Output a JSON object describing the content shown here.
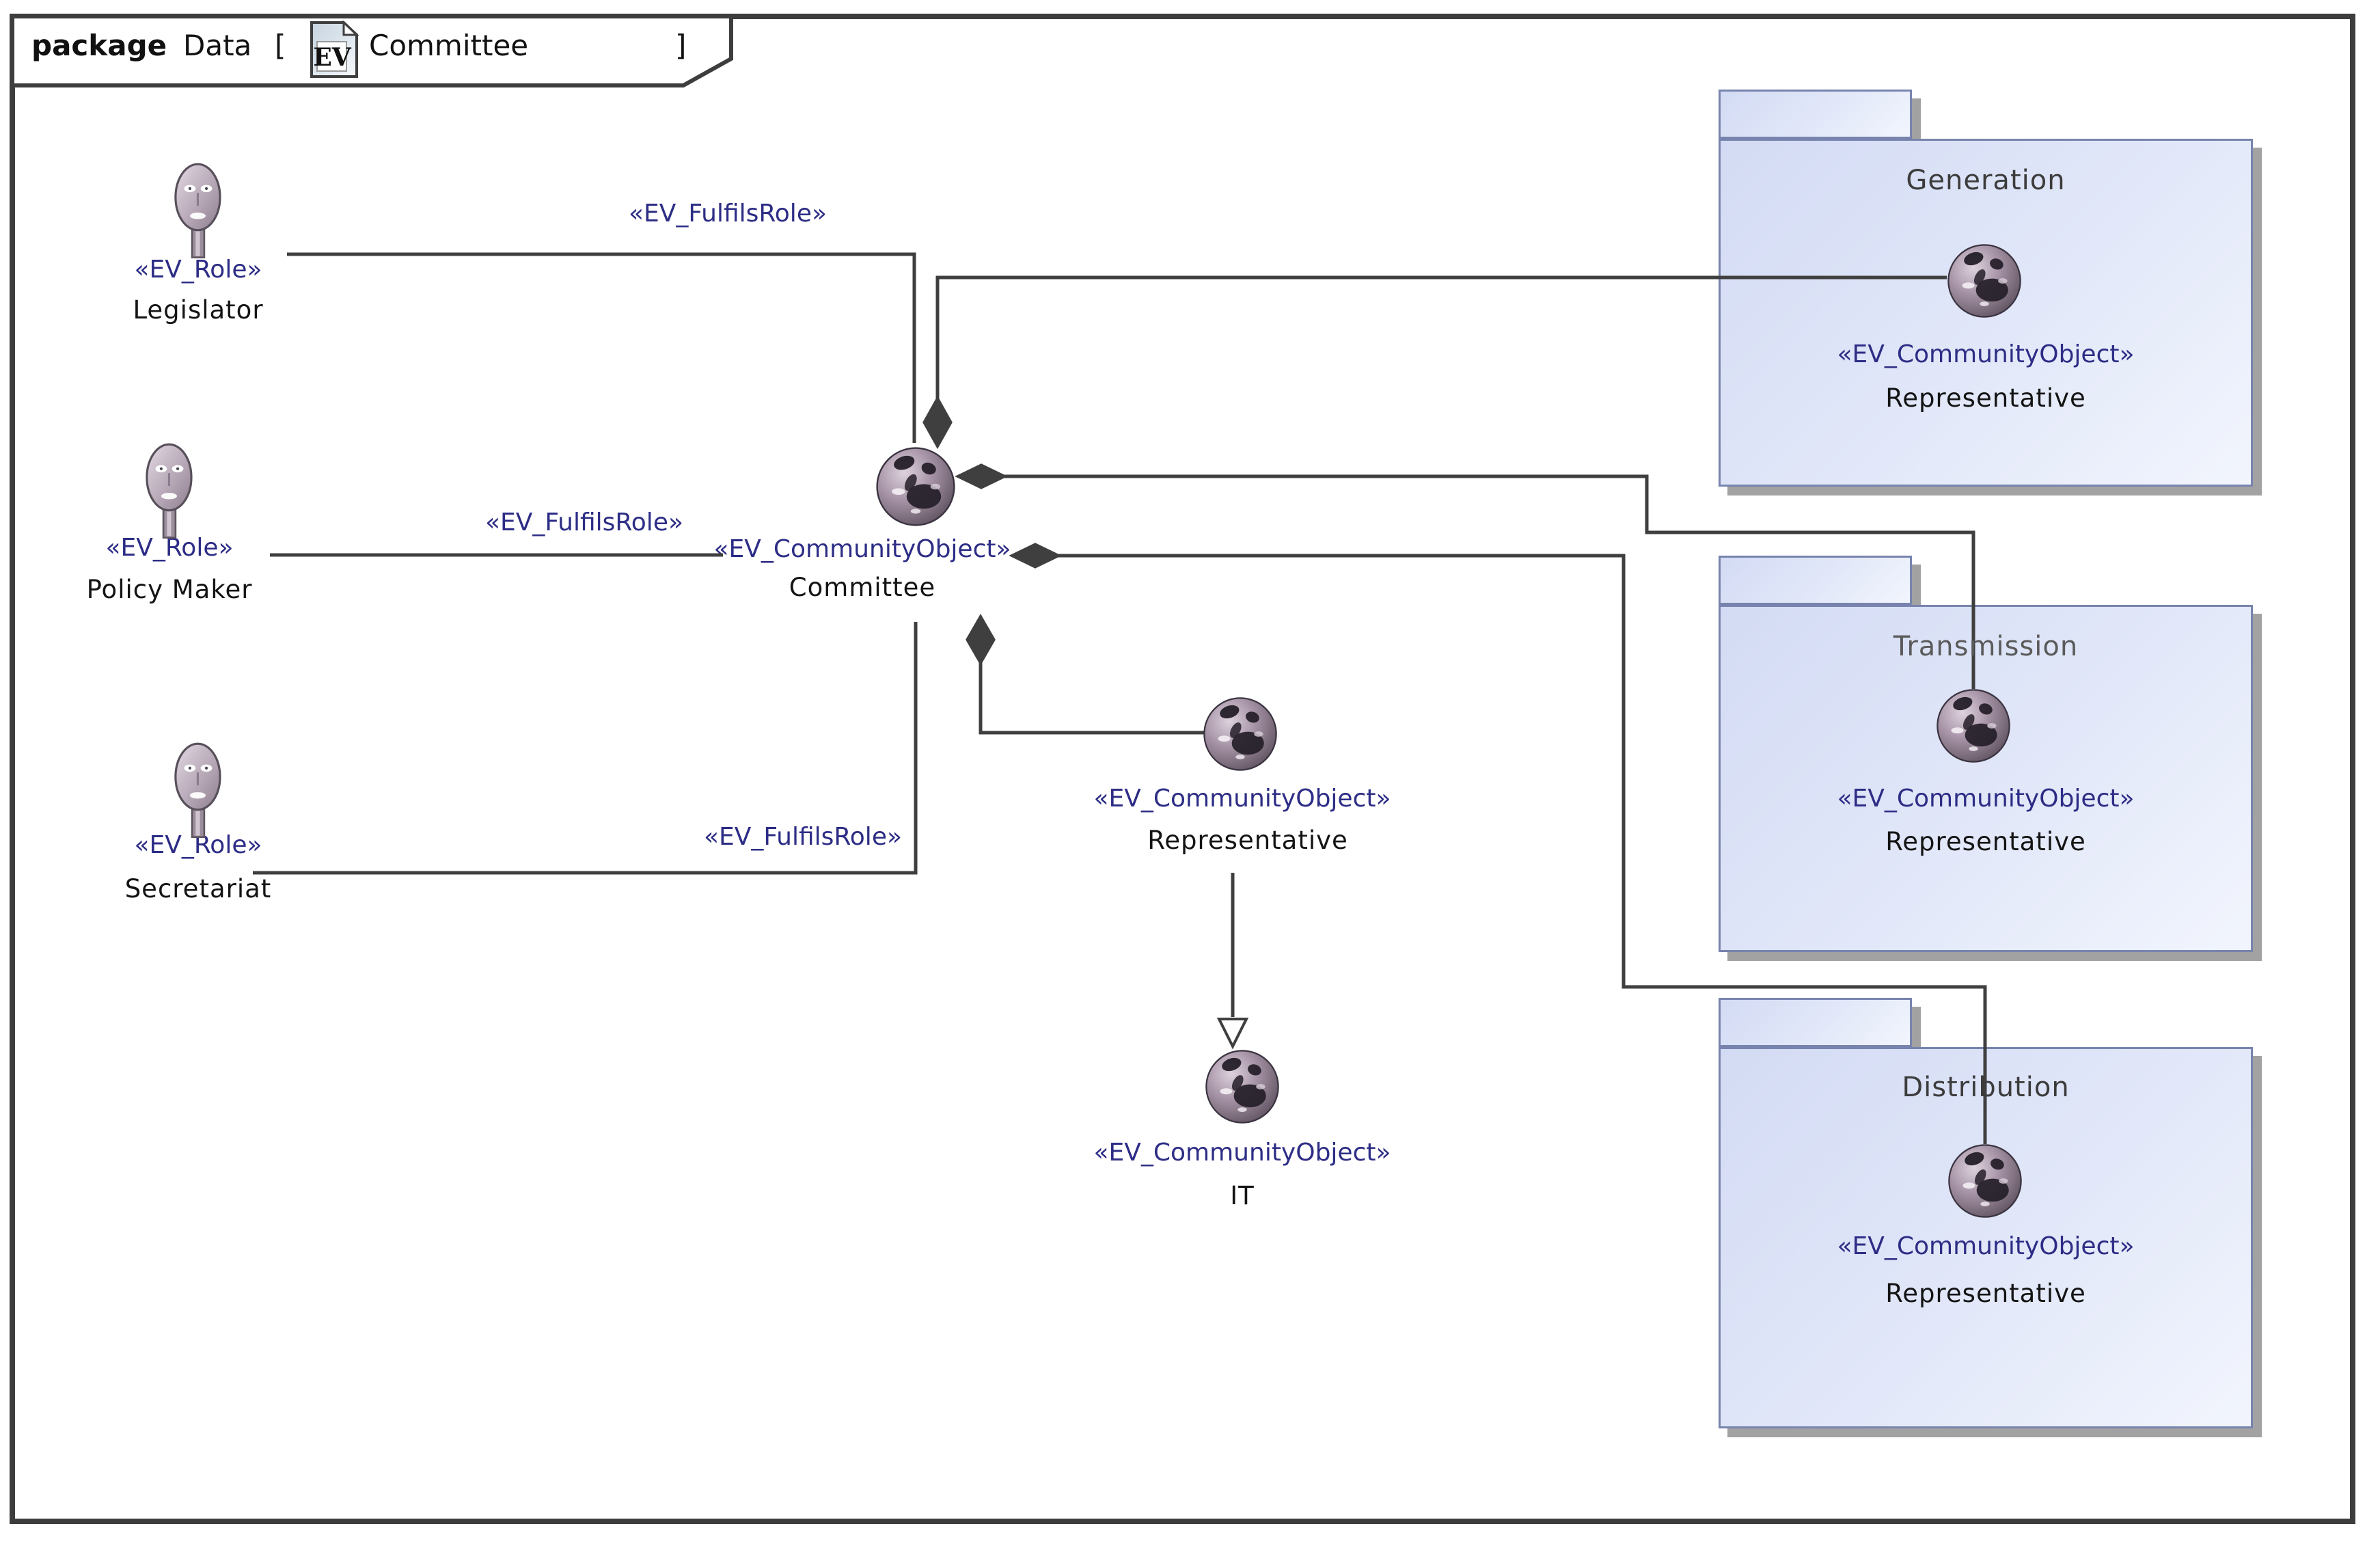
{
  "frame": {
    "keyword": "package",
    "context": "Data",
    "open_bracket": "[",
    "icon_text": "EV",
    "diagram_name": "Committee",
    "close_bracket": "]"
  },
  "actors": [
    {
      "stereotype": "«EV_Role»",
      "name": "Legislator"
    },
    {
      "stereotype": "«EV_Role»",
      "name": "Policy Maker"
    },
    {
      "stereotype": "«EV_Role»",
      "name": "Secretariat"
    }
  ],
  "committee": {
    "stereotype": "«EV_CommunityObject»",
    "name": "Committee"
  },
  "representative": {
    "stereotype": "«EV_CommunityObject»",
    "name": "Representative"
  },
  "it": {
    "stereotype": "«EV_CommunityObject»",
    "name": "IT"
  },
  "connector_labels": [
    {
      "text": "«EV_FulfilsRole»"
    },
    {
      "text": "«EV_FulfilsRole»"
    },
    {
      "text": "«EV_FulfilsRole»"
    }
  ],
  "packages": [
    {
      "title": "Generation",
      "stereotype": "«EV_CommunityObject»",
      "name": "Representative"
    },
    {
      "title": "Transmission",
      "stereotype": "«EV_CommunityObject»",
      "name": "Representative"
    },
    {
      "title": "Distribution",
      "stereotype": "«EV_CommunityObject»",
      "name": "Representative"
    }
  ],
  "icons": {
    "actor": "person-bust-icon",
    "community_object": "globe-people-icon",
    "frame": "ev-document-icon"
  },
  "colors": {
    "frame_border": "#3d3d3d",
    "connector": "#3f3f3f",
    "package_fill": "#dde3f7",
    "package_border": "#7884ae",
    "stereotype_text": "#2d2d86",
    "shadow": "#a2a2a2"
  }
}
